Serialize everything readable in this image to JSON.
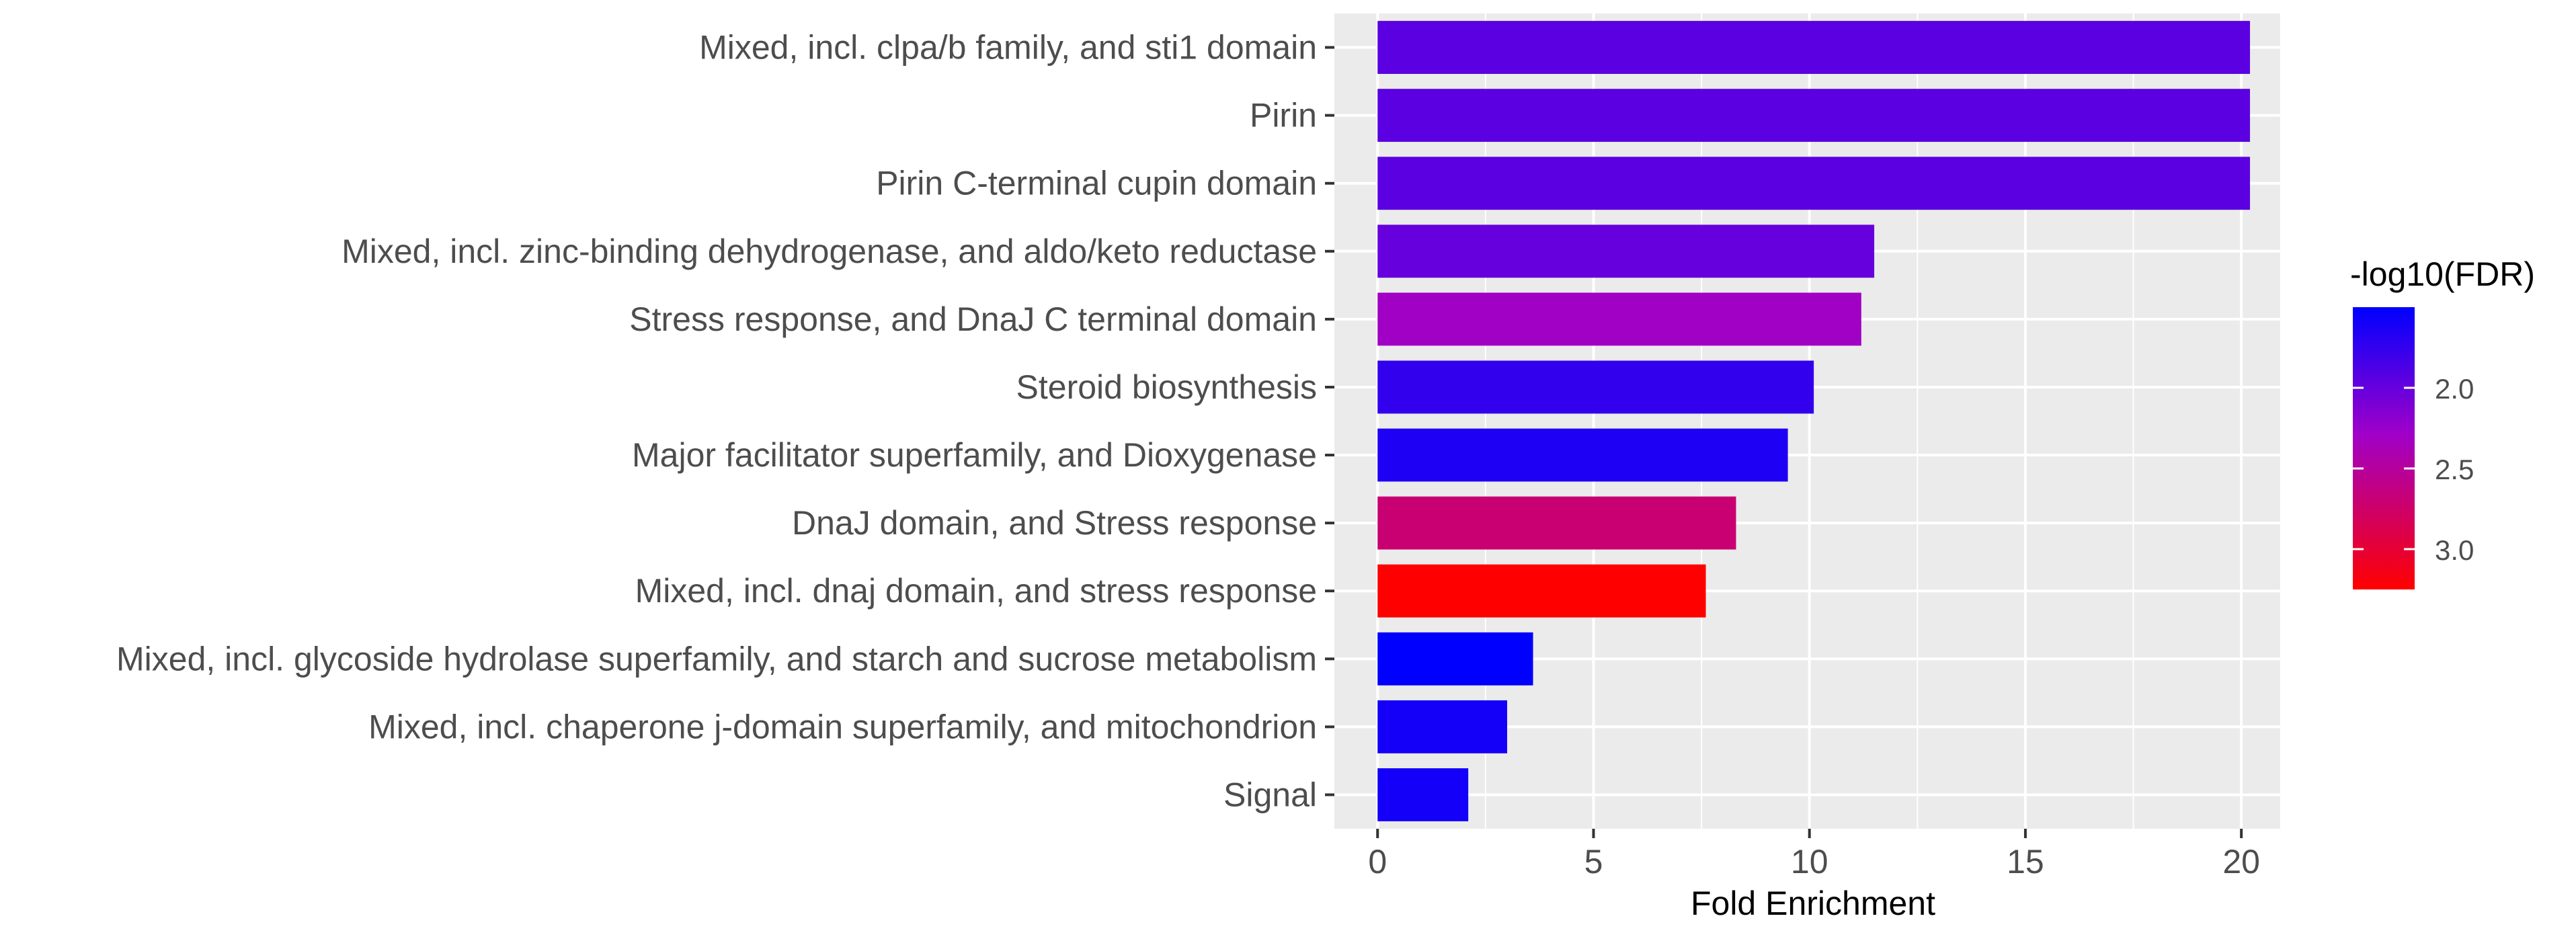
{
  "chart_data": {
    "type": "bar",
    "orientation": "horizontal",
    "categories": [
      "Mixed, incl. clpa/b family, and sti1 domain",
      "Pirin",
      "Pirin C-terminal cupin domain",
      "Mixed, incl. zinc-binding dehydrogenase, and aldo/keto reductase",
      "Stress response, and DnaJ C terminal domain",
      "Steroid biosynthesis",
      "Major facilitator superfamily, and Dioxygenase",
      "DnaJ domain, and Stress response",
      "Mixed, incl. dnaj domain, and stress response",
      "Mixed, incl. glycoside hydrolase superfamily, and starch and sucrose metabolism",
      "Mixed, incl. chaperone j-domain superfamily, and mitochondrion",
      "Signal"
    ],
    "values": [
      20.2,
      20.2,
      20.2,
      11.5,
      11.2,
      10.1,
      9.5,
      8.3,
      7.6,
      3.6,
      3.0,
      2.1
    ],
    "neg_log10_fdr": [
      1.95,
      1.95,
      1.95,
      2.0,
      2.3,
      1.75,
      1.65,
      2.7,
      3.25,
      1.5,
      1.6,
      1.6
    ],
    "xlabel": "Fold Enrichment",
    "ylabel": "",
    "title": "",
    "xlim": [
      -1,
      20.9
    ],
    "xticks": [
      "0",
      "5",
      "10",
      "15",
      "20"
    ],
    "xtick_values": [
      0,
      5,
      10,
      15,
      20
    ],
    "grid": true,
    "legend": {
      "title": "-log10(FDR)",
      "placement": "right",
      "range": [
        1.5,
        3.25
      ],
      "ticks": [
        "2.0",
        "2.5",
        "3.0"
      ],
      "tick_values": [
        2.0,
        2.5,
        3.0
      ],
      "color_low": "#0000ff",
      "color_mid": "#a000c8",
      "color_high": "#ff0000"
    },
    "colors": {
      "panel_background": "#ebebeb",
      "gridline": "#ffffff",
      "axis_text": "#4d4d4d",
      "title_text": "#000000"
    }
  }
}
